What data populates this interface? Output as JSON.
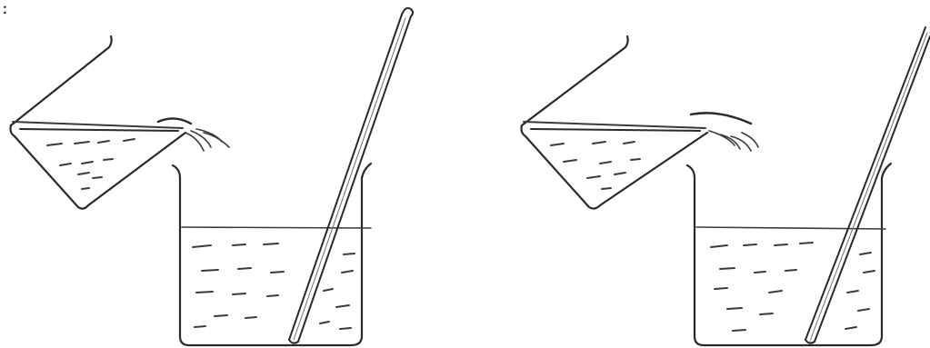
{
  "figure": {
    "label_fragment": ":",
    "panels": [
      {
        "id": "left",
        "items": [
          "tilted-triangular-container",
          "pouring-lip-strokes",
          "beaker",
          "water-surface",
          "water-dashes",
          "glass-stirring-rod"
        ]
      },
      {
        "id": "right",
        "items": [
          "tilted-triangular-container",
          "pouring-lip-strokes",
          "beaker",
          "water-surface",
          "water-dashes",
          "glass-stirring-rod"
        ]
      }
    ],
    "colors": {
      "ink": "#3a3a3a",
      "background": "#ffffff"
    }
  }
}
